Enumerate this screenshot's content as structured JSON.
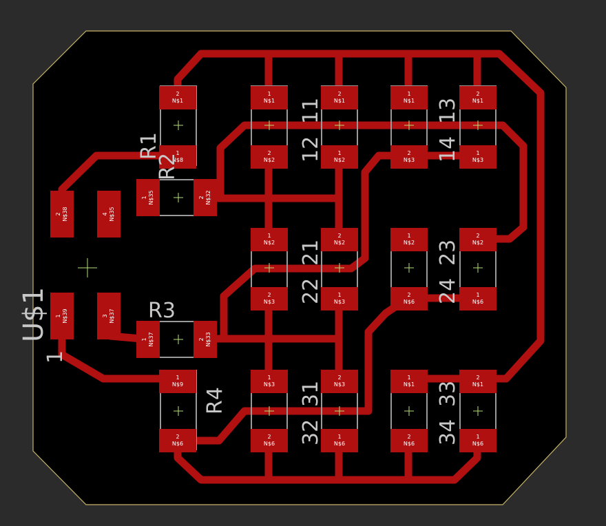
{
  "colors": {
    "background": "#2b2b2b",
    "board": "#000000",
    "outline": "#c8b46a",
    "copper": "#b01010",
    "silkscreen": "#c8c8c8",
    "pad_text": "#ffffff"
  },
  "labels": {
    "u1": "U$1",
    "u1_pin": "1",
    "r1": "R1",
    "r2": "R2",
    "r3": "R3",
    "r4": "R4",
    "l11": "11",
    "l12": "12",
    "l13": "13",
    "l14": "14",
    "l21": "21",
    "l22": "22",
    "l23": "23",
    "l24": "24",
    "l31": "31",
    "l32": "32",
    "l33": "33",
    "l34": "34"
  },
  "pads": [
    {
      "pin": "2",
      "net": "N$1"
    },
    {
      "pin": "1",
      "net": "N$8"
    },
    {
      "pin": "1",
      "net": "N$1"
    },
    {
      "pin": "2",
      "net": "N$2"
    },
    {
      "pin": "2",
      "net": "N$1"
    },
    {
      "pin": "1",
      "net": "N$2"
    },
    {
      "pin": "1",
      "net": "N$1"
    },
    {
      "pin": "2",
      "net": "N$3"
    },
    {
      "pin": "2",
      "net": "N$1"
    },
    {
      "pin": "1",
      "net": "N$3"
    },
    {
      "pin": "1",
      "net": "N$35"
    },
    {
      "pin": "2",
      "net": "N$32"
    },
    {
      "pin": "1",
      "net": "N$2"
    },
    {
      "pin": "2",
      "net": "N$3"
    },
    {
      "pin": "2",
      "net": "N$2"
    },
    {
      "pin": "1",
      "net": "N$3"
    },
    {
      "pin": "1",
      "net": "N$2"
    },
    {
      "pin": "2",
      "net": "N$6"
    },
    {
      "pin": "2",
      "net": "N$2"
    },
    {
      "pin": "1",
      "net": "N$6"
    },
    {
      "pin": "1",
      "net": "N$37"
    },
    {
      "pin": "2",
      "net": "N$33"
    },
    {
      "pin": "1",
      "net": "N$9"
    },
    {
      "pin": "2",
      "net": "N$6"
    },
    {
      "pin": "1",
      "net": "N$3"
    },
    {
      "pin": "2",
      "net": "N$6"
    },
    {
      "pin": "2",
      "net": "N$3"
    },
    {
      "pin": "1",
      "net": "N$6"
    },
    {
      "pin": "1",
      "net": "N$1"
    },
    {
      "pin": "2",
      "net": "N$6"
    },
    {
      "pin": "2",
      "net": "N$1"
    },
    {
      "pin": "1",
      "net": "N$6"
    },
    {
      "pin": "2",
      "net": "N$38"
    },
    {
      "pin": "4",
      "net": "N$35"
    },
    {
      "pin": "1",
      "net": "N$39"
    },
    {
      "pin": "3",
      "net": "N$37"
    }
  ]
}
